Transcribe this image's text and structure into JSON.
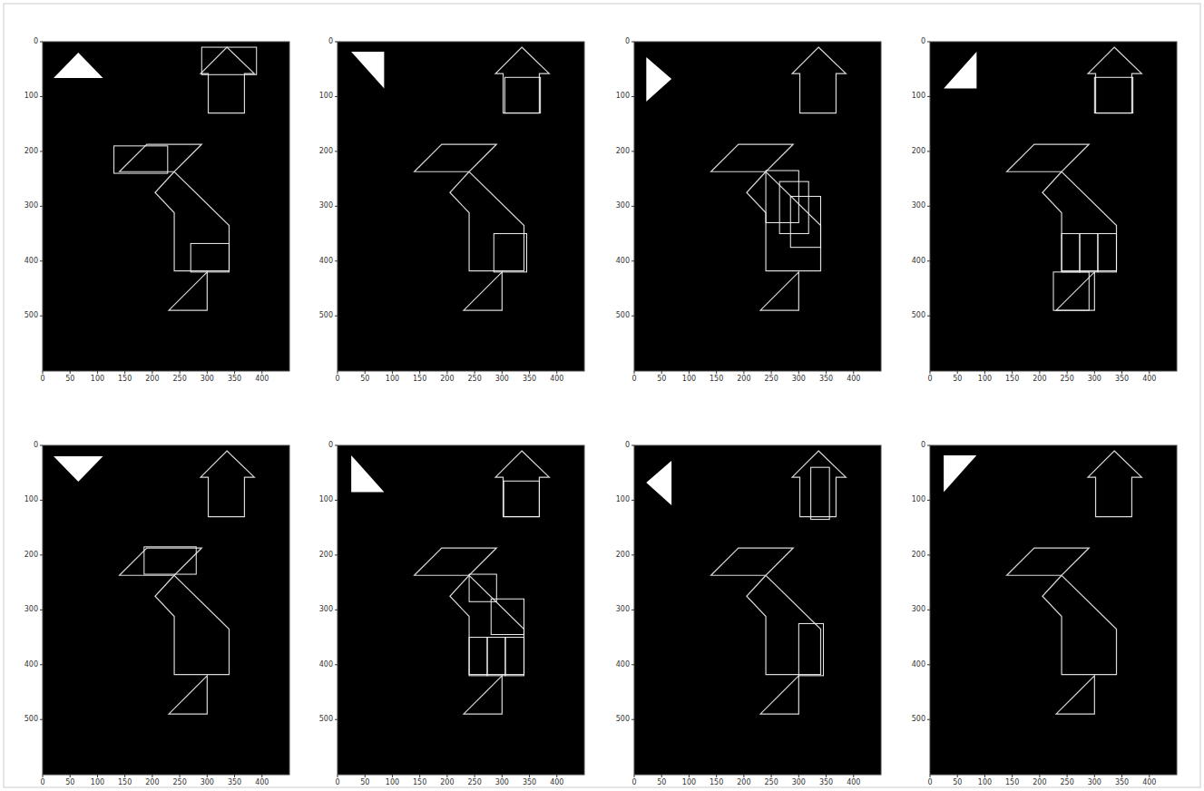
{
  "diagram": {
    "labels": [
      "0",
      "100",
      "200",
      "300",
      "400",
      "500",
      "0",
      "50",
      "100",
      "150",
      "200",
      "250",
      "300",
      "350",
      "400",
      "0",
      "100",
      "200",
      "300",
      "400",
      "500",
      "0",
      "50",
      "100",
      "150",
      "200",
      "250",
      "300",
      "350",
      "400",
      "0",
      "100",
      "200",
      "300",
      "400",
      "500",
      "0",
      "50",
      "100",
      "150",
      "200",
      "250",
      "300",
      "350",
      "400",
      "0",
      "100",
      "200",
      "300",
      "400",
      "500",
      "0",
      "50",
      "100",
      "150",
      "200",
      "250",
      "300",
      "350",
      "400",
      "0",
      "100",
      "200",
      "300",
      "400",
      "500",
      "0",
      "50",
      "100",
      "150",
      "200",
      "250",
      "300",
      "350",
      "400",
      "0",
      "100",
      "200",
      "300",
      "400",
      "500",
      "0",
      "50",
      "100",
      "150",
      "200",
      "250",
      "300",
      "350",
      "400",
      "0",
      "100",
      "200",
      "300",
      "400",
      "500",
      "0",
      "50",
      "100",
      "150",
      "200",
      "250",
      "300",
      "350",
      "400",
      "0",
      "100",
      "200",
      "300",
      "400",
      "500",
      "0",
      "50",
      "100",
      "150",
      "200",
      "250",
      "300",
      "350",
      "400"
    ]
  }
}
